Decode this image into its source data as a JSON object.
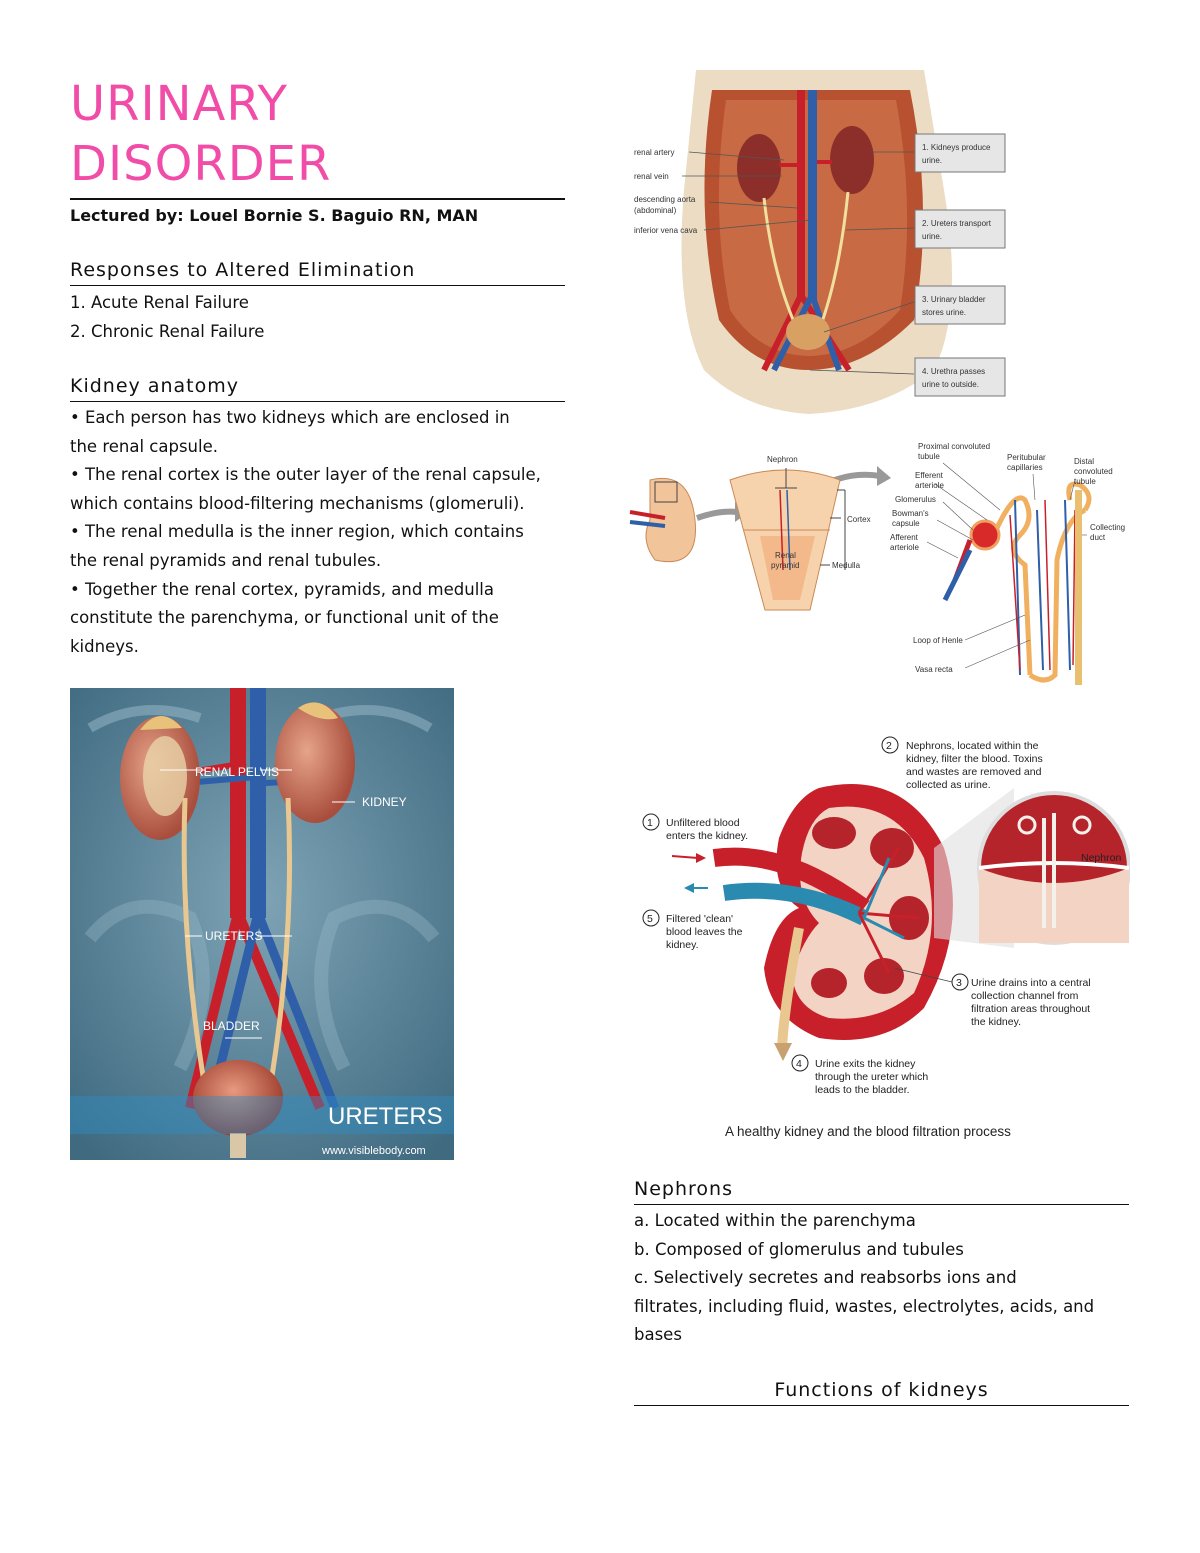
{
  "title": {
    "line1": "URINARY",
    "line2": "DISORDER"
  },
  "lecturer": "Lectured by: Louel Bornie S. Baguio RN, MAN",
  "responses": {
    "heading": "Responses to Altered Elimination",
    "items": [
      "1. Acute Renal Failure",
      "2. Chronic Renal Failure"
    ]
  },
  "kidney_anatomy": {
    "heading": "Kidney anatomy",
    "lines": [
      "• Each person has two kidneys which are enclosed in",
      "the renal capsule.",
      "• The renal cortex is the outer layer of the renal capsule,",
      "which contains blood-filtering mechanisms (glomeruli).",
      "• The renal medulla is the inner region, which contains",
      "the renal pyramids and renal tubules.",
      "• Together the renal cortex, pyramids, and medulla",
      "constitute the parenchyma, or functional unit of the",
      "kidneys."
    ]
  },
  "ureters_figure": {
    "labels": {
      "renal_pelvis": "RENAL PELVIS",
      "kidney": "KIDNEY",
      "ureters": "URETERS",
      "bladder": "BLADDER",
      "banner": "URETERS",
      "credit": "www.visiblebody.com"
    }
  },
  "abdomen_figure": {
    "left_labels": [
      "renal artery",
      "renal vein",
      "descending aorta",
      "(abdominal)",
      "inferior vena cava"
    ],
    "boxes": [
      [
        "1. Kidneys produce",
        "urine."
      ],
      [
        "2. Ureters transport",
        "urine."
      ],
      [
        "3. Urinary bladder",
        "stores urine."
      ],
      [
        "4. Urethra passes",
        "urine to outside."
      ]
    ]
  },
  "nephron_figure": {
    "labels": {
      "nephron": "Nephron",
      "cortex": "Cortex",
      "renal_pyramid_1": "Renal",
      "renal_pyramid_2": "pyramid",
      "medulla": "Medulla",
      "pct_1": "Proximal convoluted",
      "pct_2": "tubule",
      "efferent_1": "Efferent",
      "efferent_2": "arteriole",
      "glomerulus": "Glomerulus",
      "bowman_1": "Bowman's",
      "bowman_2": "capsule",
      "afferent_1": "Afferent",
      "afferent_2": "arteriole",
      "peritubular_1": "Peritubular",
      "peritubular_2": "capillaries",
      "dct_1": "Distal",
      "dct_2": "convoluted",
      "dct_3": "tubule",
      "collecting_1": "Collecting",
      "collecting_2": "duct",
      "loop": "Loop of Henle",
      "vasa": "Vasa recta"
    }
  },
  "filtration_figure": {
    "step2": [
      "Nephrons, located within the",
      "kidney, filter the blood. Toxins",
      "and wastes are removed and",
      "collected as urine."
    ],
    "step1": [
      "Unfiltered blood",
      "enters the kidney."
    ],
    "step5": [
      "Filtered 'clean'",
      "blood leaves the",
      "kidney."
    ],
    "step3": [
      "Urine drains into a central",
      "collection channel from",
      "filtration areas throughout",
      "the kidney."
    ],
    "step4": [
      "Urine exits the kidney",
      "through the ureter which",
      "leads to the bladder."
    ],
    "nephron_label": "Nephron",
    "nums": [
      "1",
      "2",
      "3",
      "4",
      "5"
    ],
    "caption": "A healthy kidney and the blood filtration process"
  },
  "nephrons": {
    "heading": "Nephrons",
    "lines": [
      "a. Located within the parenchyma",
      "b. Composed of glomerulus and tubules",
      "c. Selectively secretes and reabsorbs ions and",
      "filtrates, including fluid, wastes, electrolytes, acids, and",
      "bases"
    ]
  },
  "functions": {
    "heading": "Functions of kidneys"
  },
  "colors": {
    "title": "#f04ca8",
    "artery": "#c8202a",
    "vein": "#2f5fa8",
    "figure_bg": "#4f7d93"
  }
}
